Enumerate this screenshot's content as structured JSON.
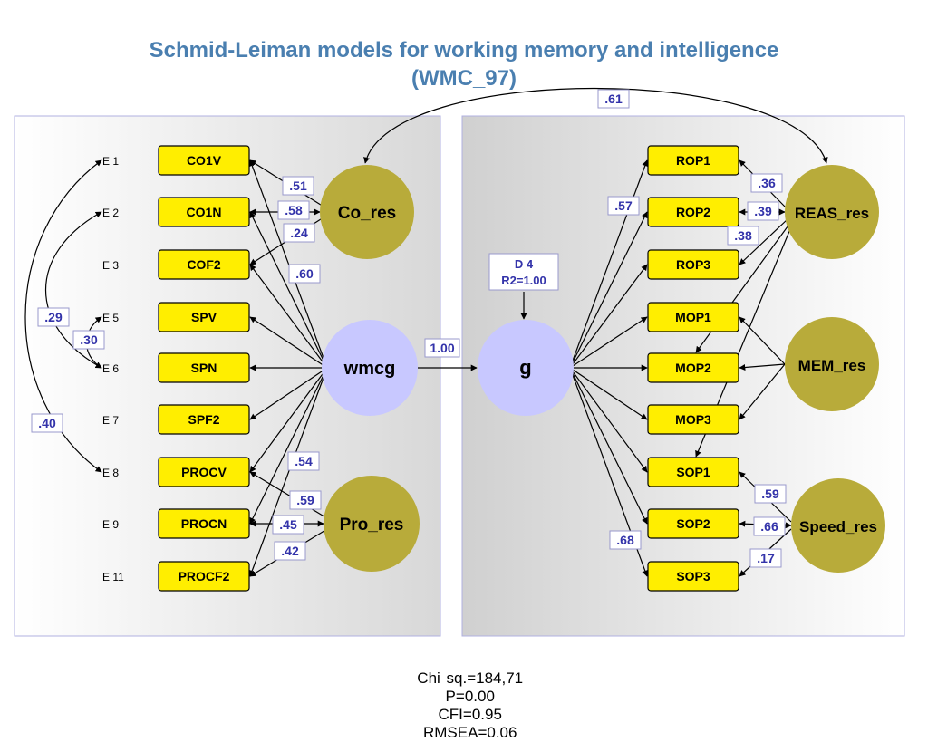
{
  "title": {
    "line1": "Schmid-Leiman models for working memory and intelligence",
    "line2": "(WMC_97)"
  },
  "colors": {
    "title": "#4a7fb0",
    "box_fill": "#ffee00",
    "latent_olive": "#b8ab3a",
    "latent_lavender": "#c8c8ff",
    "coef_text": "#3333aa",
    "panel_left_fill": "#eeeeee",
    "panel_right_fill": "#dcdcdc"
  },
  "diagram": {
    "latents": {
      "co_res": "Co_res",
      "wmcg": "wmcg",
      "pro_res": "Pro_res",
      "g": "g",
      "reas_res": "REAS_res",
      "mem_res": "MEM_res",
      "speed_res": "Speed_res"
    },
    "left_indicators": [
      "CO1V",
      "CO1N",
      "COF2",
      "SPV",
      "SPN",
      "SPF2",
      "PROCV",
      "PROCN",
      "PROCF2"
    ],
    "right_indicators": [
      "ROP1",
      "ROP2",
      "ROP3",
      "MOP1",
      "MOP2",
      "MOP3",
      "SOP1",
      "SOP2",
      "SOP3"
    ],
    "errors": [
      "E 1",
      "E 2",
      "E 3",
      "E 5",
      "E 6",
      "E 7",
      "E 8",
      "E 9",
      "E 11"
    ],
    "disturbance": {
      "name": "D 4",
      "r2": "R2=1.00"
    },
    "coefficients": {
      "co_res": [
        ".51",
        ".58",
        ".24"
      ],
      "wmcg_cof2": ".60",
      "pro_res": [
        ".54",
        ".59",
        ".45",
        ".42"
      ],
      "wmcg_g": "1.00",
      "g_rop1": ".57",
      "g_sop3": ".68",
      "reas_res": [
        ".36",
        ".39",
        ".38"
      ],
      "speed_res": [
        ".59",
        ".66",
        ".17"
      ],
      "corr_co_reas": ".61",
      "corr_e": [
        ".29",
        ".30",
        ".40"
      ]
    }
  },
  "fit": {
    "chi": "Chi sq.=184,71",
    "p": "P=0.00",
    "cfi": "CFI=0.95",
    "rmsea": "RMSEA=0.06"
  }
}
